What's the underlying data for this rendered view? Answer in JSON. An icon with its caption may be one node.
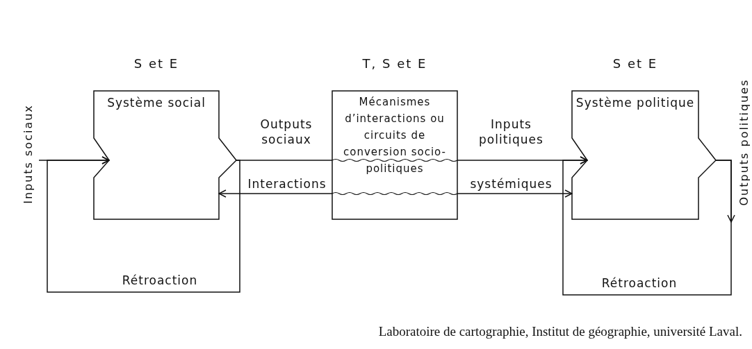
{
  "diagram": {
    "caption": "Laboratoire de cartographie, Institut de géographie, université Laval.",
    "nodes": [
      {
        "text": [
          "Système social"
        ],
        "beside": [
          "S et E"
        ]
      },
      {
        "text": [
          "Mécanismes d’interactions ou circuits de conversion socio-politiques"
        ],
        "beside": [
          "T, S et E"
        ]
      },
      {
        "text": [
          "Système politique"
        ],
        "beside": [
          "S et E"
        ]
      }
    ],
    "edges": [
      {
        "from": 0,
        "to": 1,
        "arrow": "none",
        "label": "Outputs sociaux"
      },
      {
        "from": 1,
        "to": 2,
        "arrow": "to",
        "label": "Inputs politiques"
      },
      {
        "from": 1,
        "to": 0,
        "arrow": "to",
        "label": "Interactions"
      },
      {
        "from": 1,
        "to": 2,
        "arrow": "to",
        "label": "systémiques"
      },
      {
        "from": 0,
        "to": 0,
        "arrow": "to",
        "label": "Rétroaction"
      },
      {
        "from": null,
        "to": 0,
        "arrow": "to",
        "label": "Inputs sociaux"
      },
      {
        "from": 2,
        "to": 2,
        "arrow": "to",
        "label": "Rétroaction"
      },
      {
        "from": 2,
        "to": null,
        "arrow": "to",
        "label": "Outputs politiques"
      }
    ]
  }
}
